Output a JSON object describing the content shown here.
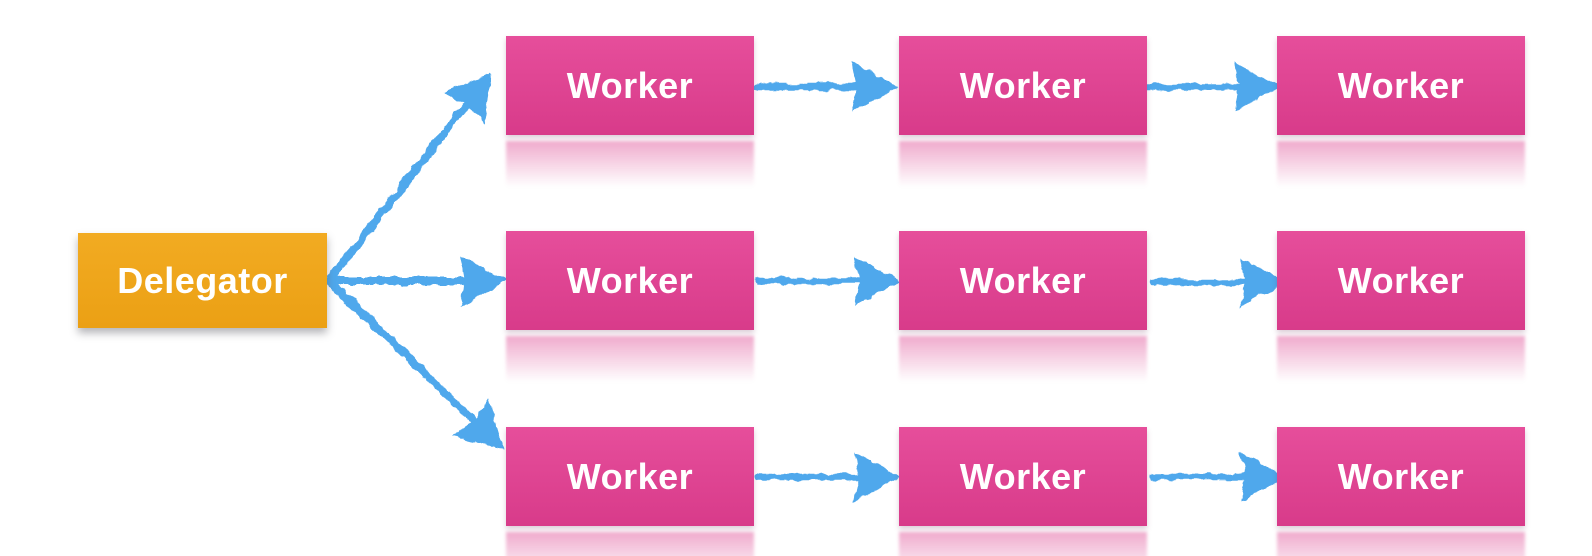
{
  "diagram": {
    "title": "delegator-worker-pipelines",
    "delegator": {
      "label": "Delegator"
    },
    "worker_label": "Worker",
    "rows": [
      {
        "name": "pipeline-1",
        "workers": [
          {
            "label": "Worker"
          },
          {
            "label": "Worker"
          },
          {
            "label": "Worker"
          }
        ]
      },
      {
        "name": "pipeline-2",
        "workers": [
          {
            "label": "Worker"
          },
          {
            "label": "Worker"
          },
          {
            "label": "Worker"
          }
        ]
      },
      {
        "name": "pipeline-3",
        "workers": [
          {
            "label": "Worker"
          },
          {
            "label": "Worker"
          },
          {
            "label": "Worker"
          }
        ]
      }
    ],
    "edges": [
      {
        "from": "delegator",
        "to": "pipeline-1.worker-1"
      },
      {
        "from": "delegator",
        "to": "pipeline-2.worker-1"
      },
      {
        "from": "delegator",
        "to": "pipeline-3.worker-1"
      },
      {
        "from": "pipeline-1.worker-1",
        "to": "pipeline-1.worker-2"
      },
      {
        "from": "pipeline-1.worker-2",
        "to": "pipeline-1.worker-3"
      },
      {
        "from": "pipeline-2.worker-1",
        "to": "pipeline-2.worker-2"
      },
      {
        "from": "pipeline-2.worker-2",
        "to": "pipeline-2.worker-3"
      },
      {
        "from": "pipeline-3.worker-1",
        "to": "pipeline-3.worker-2"
      },
      {
        "from": "pipeline-3.worker-2",
        "to": "pipeline-3.worker-3"
      }
    ],
    "colors": {
      "background": "#FFFFFF",
      "delegator_fill": "#EFA51B",
      "worker_fill": "#DE4590",
      "arrow_blue": "#4FA8EC",
      "label_text": "#FFFFFF"
    }
  }
}
